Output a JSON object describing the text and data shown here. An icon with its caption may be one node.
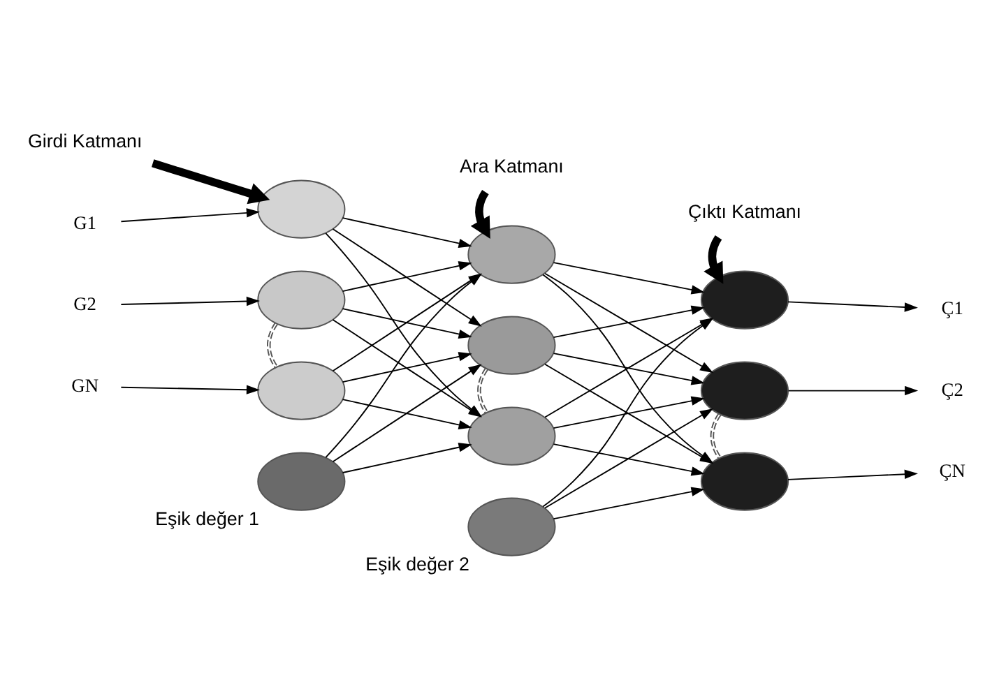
{
  "diagram": {
    "nodes": [
      {
        "text": [
          "Girdi Katmanı"
        ]
      },
      {
        "text": [
          "Ara Katmanı"
        ]
      },
      {
        "text": [
          "Çıktı Katmanı"
        ]
      },
      {
        "text": [
          "G1"
        ]
      },
      {
        "text": [],
        "shape": "oval"
      },
      {
        "text": [],
        "shape": "oval"
      },
      {
        "text": [],
        "shape": "oval"
      },
      {
        "text": [
          "Ç1"
        ]
      },
      {
        "text": [
          "G2"
        ]
      },
      {
        "text": [],
        "shape": "oval"
      },
      {
        "text": [],
        "shape": "oval"
      },
      {
        "text": [],
        "shape": "oval"
      },
      {
        "text": [
          "Ç2"
        ]
      },
      {
        "text": [
          "GN"
        ]
      },
      {
        "text": [],
        "shape": "oval"
      },
      {
        "text": [],
        "shape": "oval"
      },
      {
        "text": [],
        "shape": "oval"
      },
      {
        "text": [
          "ÇN"
        ]
      },
      {
        "text": [],
        "shape": "oval",
        "beside": [
          "Eşik değer 1"
        ]
      },
      {
        "text": [],
        "shape": "oval",
        "beside": [
          "Eşik değer 2"
        ]
      }
    ],
    "edges": [
      {
        "from": 0,
        "to": 4,
        "arrow": "to",
        "style": "thick"
      },
      {
        "from": 1,
        "to": 5,
        "arrow": "to",
        "style": "thick"
      },
      {
        "from": 2,
        "to": 6,
        "arrow": "to",
        "style": "thick"
      },
      {
        "from": 3,
        "to": 4,
        "arrow": "to"
      },
      {
        "from": 8,
        "to": 9,
        "arrow": "to"
      },
      {
        "from": 13,
        "to": 14,
        "arrow": "to"
      },
      {
        "from": 4,
        "to": 5,
        "arrow": "to"
      },
      {
        "from": 4,
        "to": 10,
        "arrow": "to"
      },
      {
        "from": 4,
        "to": 15,
        "arrow": "to"
      },
      {
        "from": 9,
        "to": 5,
        "arrow": "to"
      },
      {
        "from": 9,
        "to": 10,
        "arrow": "to"
      },
      {
        "from": 9,
        "to": 15,
        "arrow": "to"
      },
      {
        "from": 14,
        "to": 5,
        "arrow": "to"
      },
      {
        "from": 14,
        "to": 10,
        "arrow": "to"
      },
      {
        "from": 14,
        "to": 15,
        "arrow": "to"
      },
      {
        "from": 18,
        "to": 5,
        "arrow": "to"
      },
      {
        "from": 18,
        "to": 10,
        "arrow": "to"
      },
      {
        "from": 18,
        "to": 15,
        "arrow": "to"
      },
      {
        "from": 5,
        "to": 6,
        "arrow": "to"
      },
      {
        "from": 5,
        "to": 11,
        "arrow": "to"
      },
      {
        "from": 5,
        "to": 16,
        "arrow": "to"
      },
      {
        "from": 10,
        "to": 6,
        "arrow": "to"
      },
      {
        "from": 10,
        "to": 11,
        "arrow": "to"
      },
      {
        "from": 10,
        "to": 16,
        "arrow": "to"
      },
      {
        "from": 15,
        "to": 6,
        "arrow": "to"
      },
      {
        "from": 15,
        "to": 11,
        "arrow": "to"
      },
      {
        "from": 15,
        "to": 16,
        "arrow": "to"
      },
      {
        "from": 19,
        "to": 6,
        "arrow": "to"
      },
      {
        "from": 19,
        "to": 11,
        "arrow": "to"
      },
      {
        "from": 19,
        "to": 16,
        "arrow": "to"
      },
      {
        "from": 6,
        "to": 7,
        "arrow": "to"
      },
      {
        "from": 11,
        "to": 12,
        "arrow": "to"
      },
      {
        "from": 16,
        "to": 17,
        "arrow": "to"
      },
      {
        "from": 9,
        "to": 14,
        "arrow": "none",
        "style": "dashed"
      },
      {
        "from": 10,
        "to": 15,
        "arrow": "none",
        "style": "dashed"
      },
      {
        "from": 11,
        "to": 16,
        "arrow": "none",
        "style": "dashed"
      }
    ]
  }
}
